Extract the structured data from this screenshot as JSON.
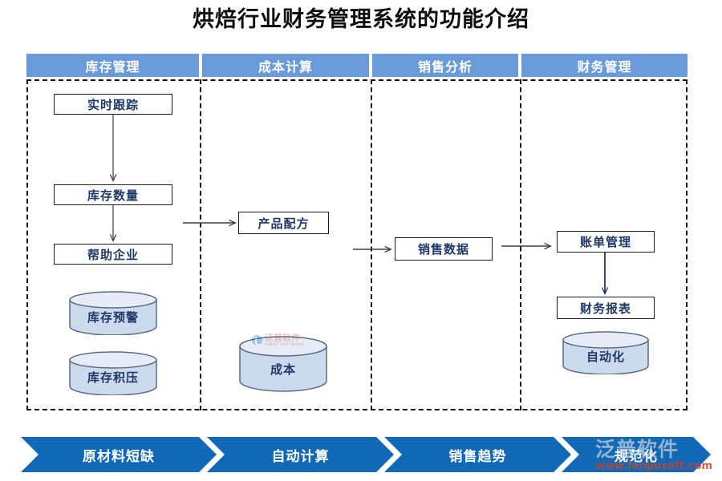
{
  "title": "烘焙行业财务管理系统的功能介绍",
  "colors": {
    "header_blue": "#6a9bd8",
    "chevron_blue": "#1168b6",
    "box_text": "#1f3864",
    "cylinder_fill": "#cdd9ee",
    "cylinder_stroke": "#5c6b80",
    "lane_border": "#111111"
  },
  "columns": [
    {
      "header": "库存管理",
      "boxes": [
        {
          "label": "实时跟踪"
        },
        {
          "label": "库存数量"
        },
        {
          "label": "帮助企业"
        }
      ],
      "cylinders": [
        {
          "label": "库存预警"
        },
        {
          "label": "库存积压"
        }
      ]
    },
    {
      "header": "成本计算",
      "boxes": [
        {
          "label": "产品配方"
        }
      ],
      "cylinders": [
        {
          "label": "成本"
        }
      ]
    },
    {
      "header": "销售分析",
      "boxes": [
        {
          "label": "销售数据"
        }
      ],
      "cylinders": []
    },
    {
      "header": "财务管理",
      "boxes": [
        {
          "label": "账单管理"
        },
        {
          "label": "财务报表"
        }
      ],
      "cylinders": [
        {
          "label": "自动化"
        }
      ]
    }
  ],
  "chevrons": [
    {
      "label": "原材料短缺"
    },
    {
      "label": "自动计算"
    },
    {
      "label": "销售趋势"
    },
    {
      "label": "规范化"
    }
  ],
  "watermark": {
    "brand_cn": "泛普软件",
    "brand_en": "FANPU SOFTWARE",
    "url": "www.fanpusoft.com"
  }
}
